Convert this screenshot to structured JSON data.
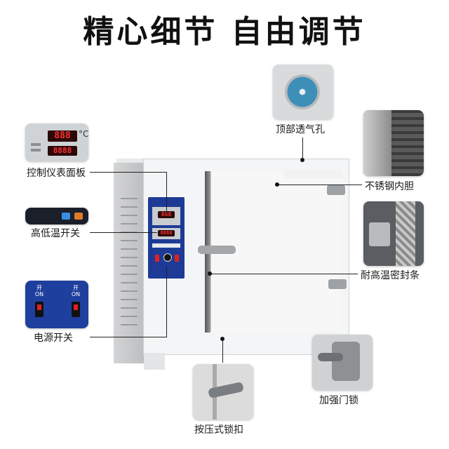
{
  "headline": "精心细节 自由调节",
  "callouts": {
    "control_panel": "控制仪表面板",
    "hi_lo_switch": "高低温开关",
    "power_switch": "电源开关",
    "top_vent": "顶部透气孔",
    "stainless_tank": "不锈钢内胆",
    "seal_strip": "耐高温密封条",
    "press_lock": "按压式锁扣",
    "door_lock": "加强门锁"
  },
  "control_thumb": {
    "temp_display": "888",
    "temp_unit": "°C",
    "set_display": "8888"
  },
  "power_thumb": {
    "on_label_1": "开",
    "on_label_2": "ON"
  },
  "colors": {
    "panel_blue": "#1d3b96",
    "display_red": "#ff3030",
    "switch_red": "#e02020",
    "vent_blue": "#3e8fb8"
  }
}
